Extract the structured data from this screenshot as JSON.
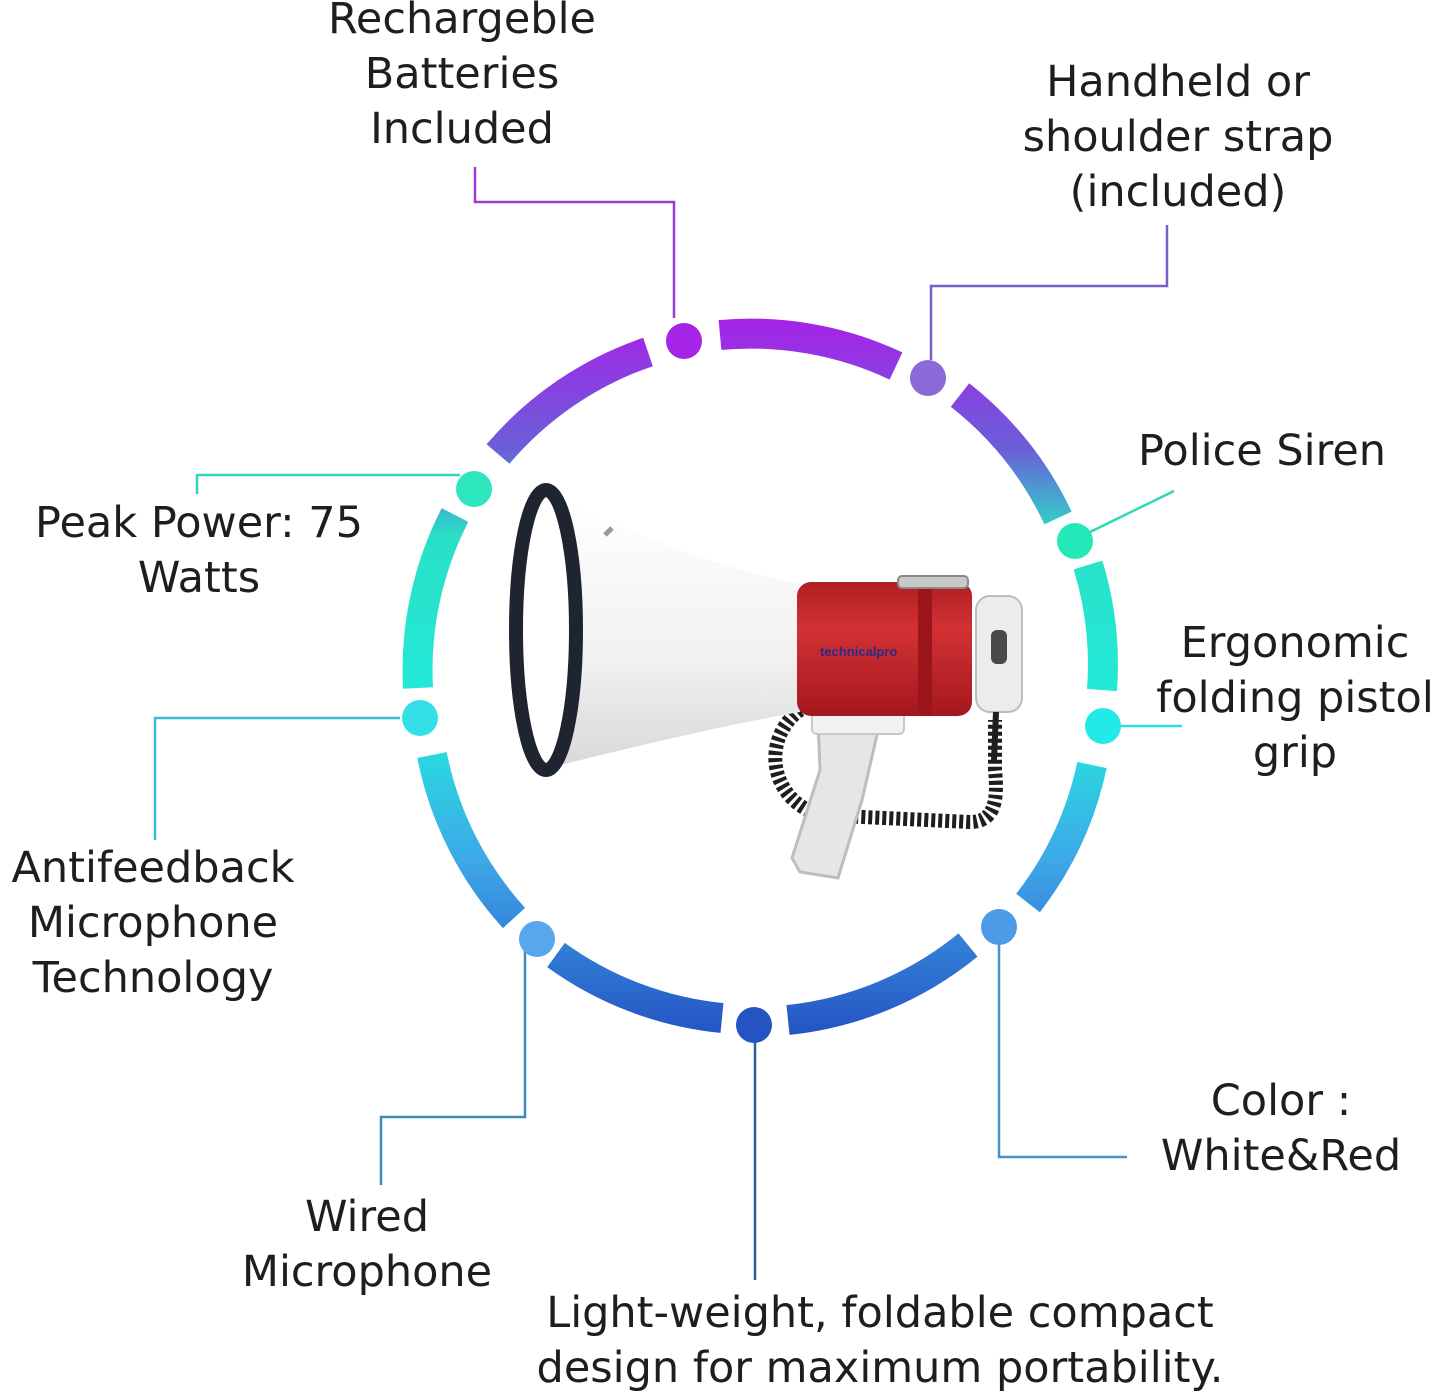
{
  "features": {
    "batteries": "Rechargeble\nBatteries\nIncluded",
    "strap": "Handheld or\nshoulder strap\n(included)",
    "siren": "Police Siren",
    "power": "Peak Power: 75\nWatts",
    "grip": "Ergonomic\nfolding pistol\ngrip",
    "antifeedback": "Antifeedback\nMicrophone\nTechnology",
    "color": "Color :\nWhite&Red",
    "wired": "Wired\nMicrophone",
    "design": "Light-weight, foldable compact\ndesign for maximum portability."
  },
  "product": {
    "brand_text": "technicalpro"
  },
  "colors": {
    "ring_top": "#9a2fe6",
    "ring_right": "#2ee6c0",
    "ring_bottom": "#2457c8",
    "body_red": "#c4282a",
    "horn_white": "#f2f2f2",
    "rim_dark": "#1e2430"
  }
}
